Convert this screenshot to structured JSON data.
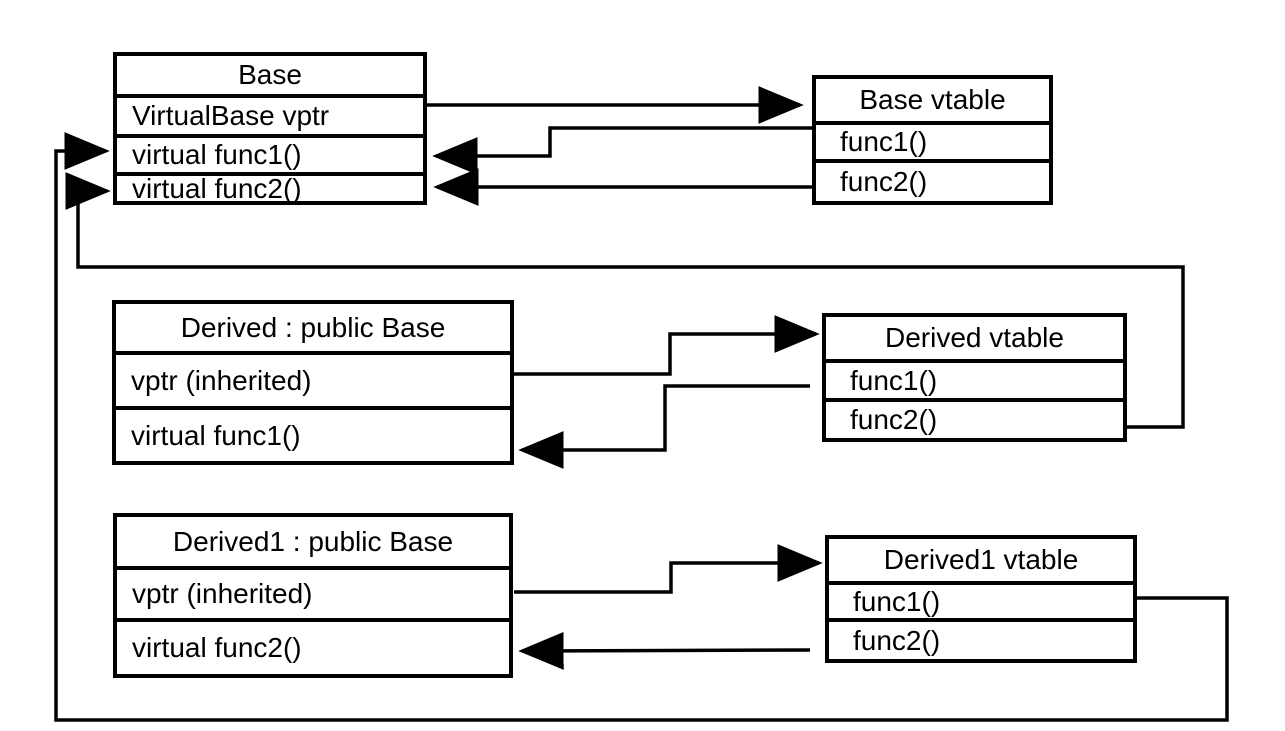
{
  "canvas": {
    "background_color": "#ffffff",
    "line_color": "#000000",
    "text_color": "#000000"
  },
  "boxes": [
    {
      "id": "base-class",
      "title": "Base",
      "rows": [
        "VirtualBase vptr",
        "virtual func1()",
        "virtual func2()"
      ]
    },
    {
      "id": "base-vtable",
      "title": "Base vtable",
      "rows": [
        "func1()",
        "func2()"
      ]
    },
    {
      "id": "derived-class",
      "title": "Derived : public Base",
      "rows": [
        "vptr (inherited)",
        "virtual func1()"
      ]
    },
    {
      "id": "derived-vtable",
      "title": "Derived vtable",
      "rows": [
        "func1()",
        "func2()"
      ]
    },
    {
      "id": "derived1-class",
      "title": "Derived1 : public Base",
      "rows": [
        "vptr (inherited)",
        "virtual func2()"
      ]
    },
    {
      "id": "derived1-vtable",
      "title": "Derived1 vtable",
      "rows": [
        "func1()",
        "func2()"
      ]
    }
  ],
  "connections": [
    {
      "from": "Base.VirtualBase vptr",
      "to": "Base vtable"
    },
    {
      "from": "Base vtable.func1()",
      "to": "Base.virtual func1()"
    },
    {
      "from": "Base vtable.func2()",
      "to": "Base.virtual func2()"
    },
    {
      "from": "Derived.vptr (inherited)",
      "to": "Derived vtable"
    },
    {
      "from": "Derived vtable.func1()",
      "to": "Derived.virtual func1()"
    },
    {
      "from": "Derived vtable.func2()",
      "to": "Base.virtual func2()"
    },
    {
      "from": "Derived1.vptr (inherited)",
      "to": "Derived1 vtable"
    },
    {
      "from": "Derived1 vtable.func2()",
      "to": "Derived1.virtual func2()"
    },
    {
      "from": "Derived1 vtable.func1()",
      "to": "Base.virtual func1()"
    }
  ]
}
